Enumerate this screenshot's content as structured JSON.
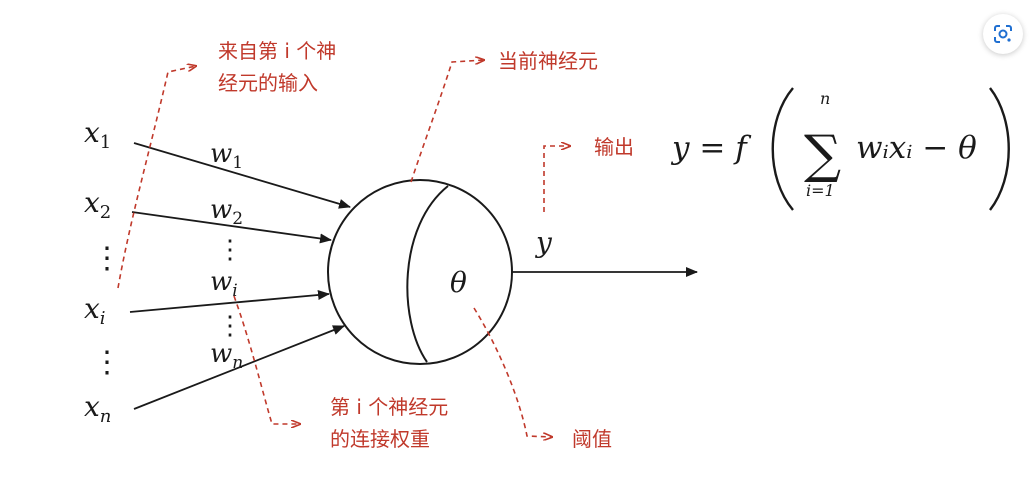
{
  "inputs": {
    "x1": {
      "base": "x",
      "sub": "1"
    },
    "x2": {
      "base": "x",
      "sub": "2"
    },
    "xi": {
      "base": "x",
      "sub": "i"
    },
    "xn": {
      "base": "x",
      "sub": "n"
    },
    "vdots": "⋮"
  },
  "weights": {
    "w1": {
      "base": "w",
      "sub": "1"
    },
    "w2": {
      "base": "w",
      "sub": "2"
    },
    "wi": {
      "base": "w",
      "sub": "i"
    },
    "wn": {
      "base": "w",
      "sub": "n"
    },
    "vdots": "⋮"
  },
  "neuron": {
    "theta": "θ"
  },
  "output": {
    "y": "y",
    "formula_lhs": "y = f",
    "sum_symbol": "∑",
    "sum_upper": "n",
    "sum_lower": "i=1",
    "sum_body": "wᵢxᵢ − θ"
  },
  "annotations": {
    "input_line1": "来自第 i 个神",
    "input_line2": "经元的输入",
    "current_neuron": "当前神经元",
    "output": "输出",
    "weight_line1": "第 i 个神经元",
    "weight_line2": "的连接权重",
    "threshold": "阈值"
  },
  "colors": {
    "ink": "#1a1a1a",
    "annotation": "#c0392b"
  },
  "toolbar": {
    "lens_icon": "google-lens-icon"
  }
}
